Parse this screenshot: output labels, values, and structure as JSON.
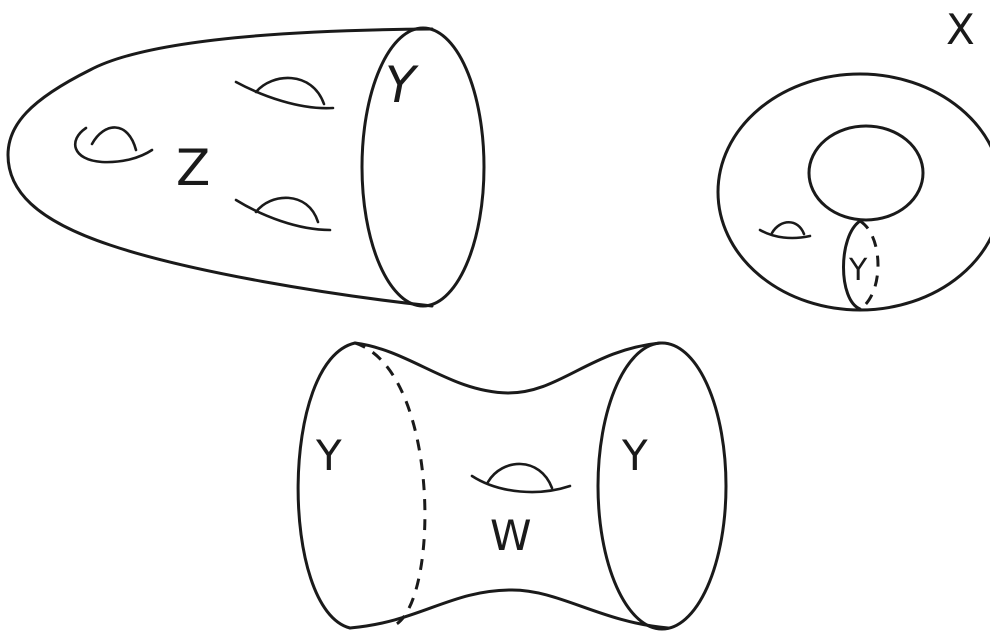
{
  "labels": {
    "z_body": "Z",
    "z_boundary": "Y",
    "x_surface": "X",
    "x_cut": "Y",
    "w_left_boundary": "Y",
    "w_right_boundary": "Y",
    "w_body": "W"
  }
}
